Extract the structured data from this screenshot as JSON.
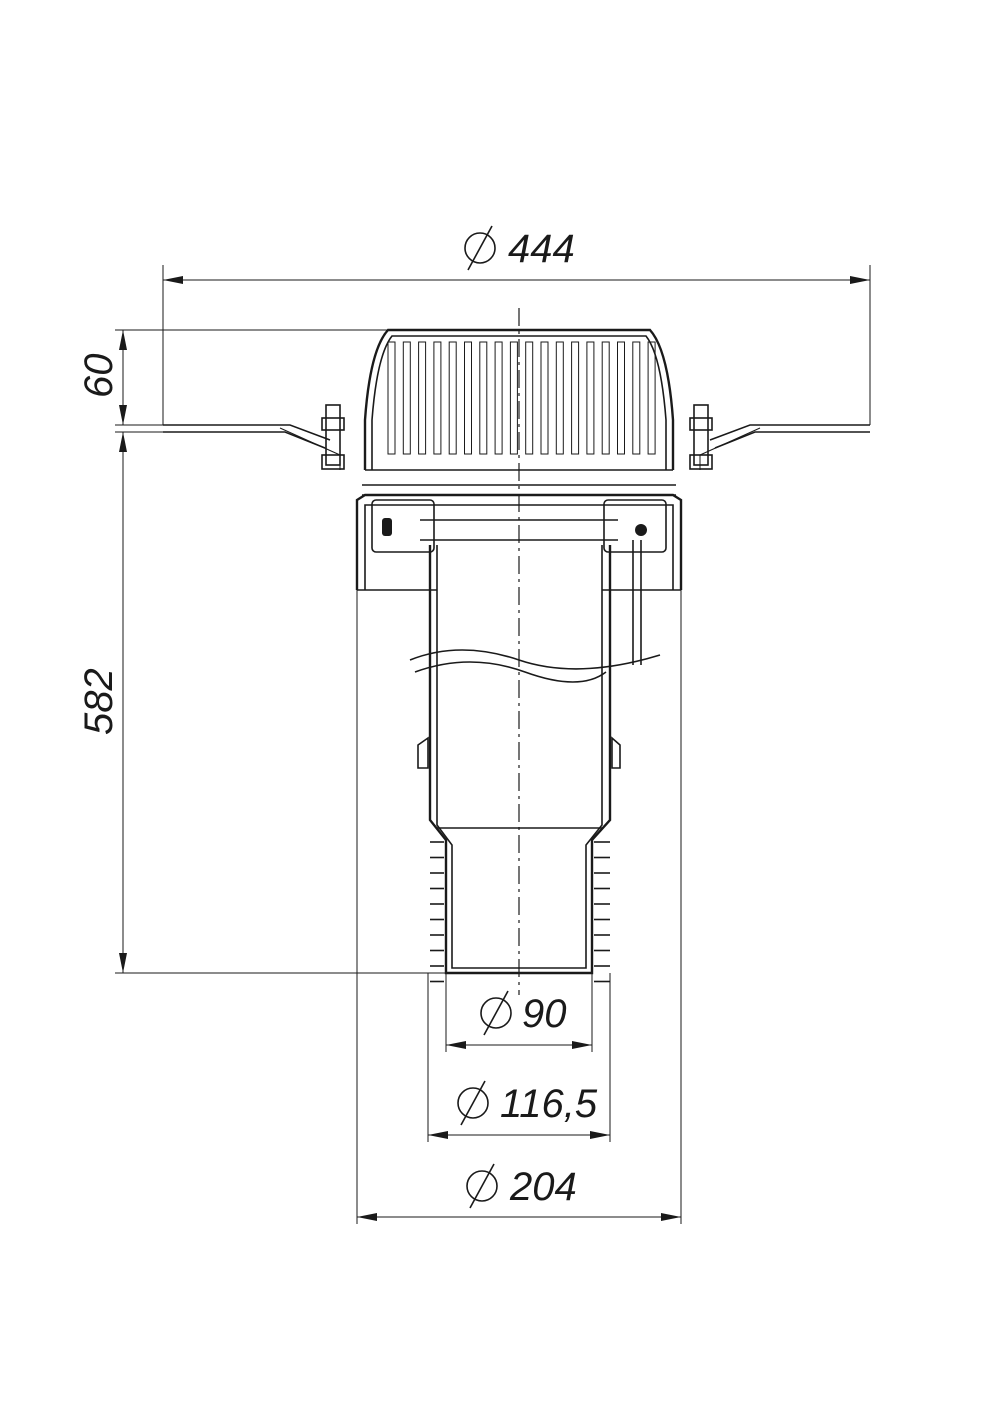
{
  "drawing": {
    "dimensions": {
      "flange_diameter": "444",
      "dome_height": "60",
      "body_height": "582",
      "outlet_inner_diameter": "90",
      "outlet_outer_diameter": "116,5",
      "body_diameter": "204"
    },
    "line_color": "#1a1a1a"
  }
}
